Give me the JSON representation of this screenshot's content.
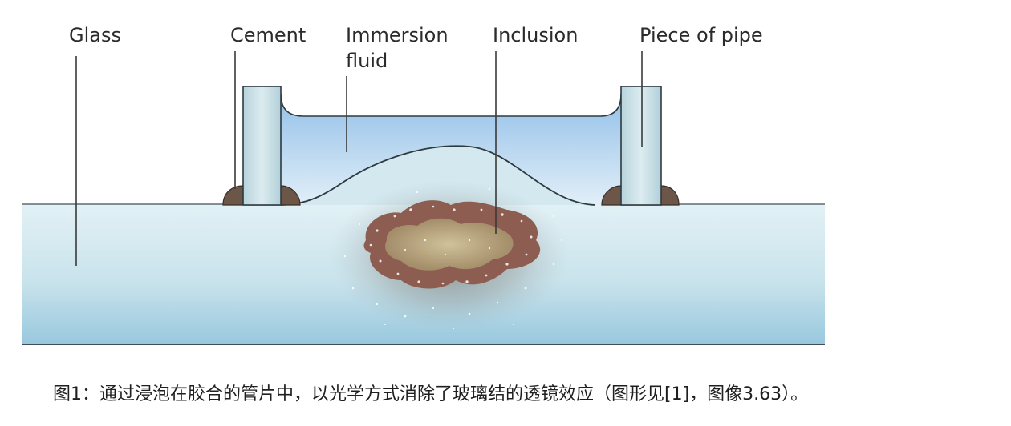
{
  "labels": {
    "glass": "Glass",
    "cement": "Cement",
    "immersion_fluid": "Immersion\nfluid",
    "inclusion": "Inclusion",
    "piece_of_pipe": "Piece of pipe"
  },
  "caption": "图1：通过浸泡在胶合的管片中，以光学方式消除了玻璃结的透镜效应（图形见[1]，图像3.63）。",
  "colors": {
    "glass_top": "#dfeff3",
    "glass_bottom": "#9ccbe0",
    "fluid_top": "#9ec6ea",
    "fluid_bottom": "#dcecf7",
    "pipe": "#c4dde4",
    "cement": "#6a5546",
    "inclusion_outer": "#8a5b4f",
    "inclusion_inner": "#c5b286",
    "leader_line": "#3a3a3a"
  }
}
